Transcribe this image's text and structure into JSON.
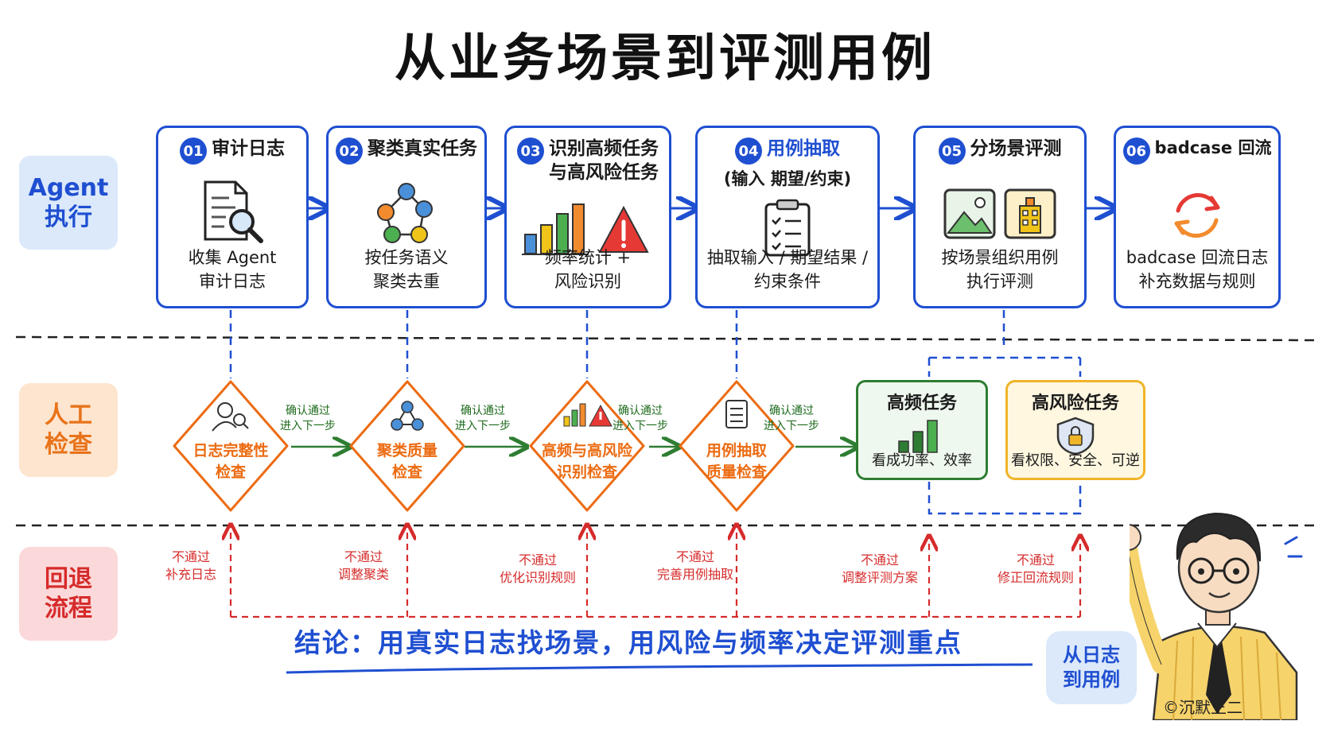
{
  "title": "从业务场景到评测用例",
  "lanes": {
    "agent": [
      "Agent",
      "执行"
    ],
    "review": [
      "人工",
      "检查"
    ],
    "rollback": [
      "回退",
      "流程"
    ]
  },
  "steps": [
    {
      "num": "01",
      "title": "审计日志",
      "sub": "",
      "desc": "收集 Agent\n审计日志"
    },
    {
      "num": "02",
      "title": "聚类真实任务",
      "sub": "",
      "desc": "按任务语义\n聚类去重"
    },
    {
      "num": "03",
      "title": "识别高频任务\n与高风险任务",
      "sub": "",
      "desc": "频率统计 +\n风险识别"
    },
    {
      "num": "04",
      "title": "用例抽取",
      "sub": "(输入 期望/约束)",
      "desc": "抽取输入 / 期望结果 /\n约束条件"
    },
    {
      "num": "05",
      "title": "分场景评测",
      "sub": "",
      "desc": "按场景组织用例\n执行评测"
    },
    {
      "num": "06",
      "title": "badcase 回流",
      "sub": "",
      "desc": "badcase 回流日志\n补充数据与规则"
    }
  ],
  "checks": [
    "日志完整性\n检查",
    "聚类质量\n检查",
    "高频与高风险\n识别检查",
    "用例抽取\n质量检查"
  ],
  "pass_label": "确认通过\n进入下一步",
  "focus": {
    "freq": {
      "title": "高频任务",
      "desc": "看成功率、效率"
    },
    "risk": {
      "title": "高风险任务",
      "desc": "看权限、安全、可逆"
    }
  },
  "fails": [
    "不通过\n补充日志",
    "不通过\n调整聚类",
    "不通过\n优化识别规则",
    "不通过\n完善用例抽取",
    "不通过\n调整评测方案",
    "不通过\n修正回流规则"
  ],
  "conclusion": "结论：用真实日志找场景，用风险与频率决定评测重点",
  "bubble": [
    "从日志",
    "到用例"
  ],
  "copyright": "©沉默王二",
  "colors": {
    "blue": "#1f4fd1",
    "orange": "#ec6b12",
    "green": "#2e7d32",
    "gold": "#f0b429",
    "red": "#d62b2b"
  }
}
